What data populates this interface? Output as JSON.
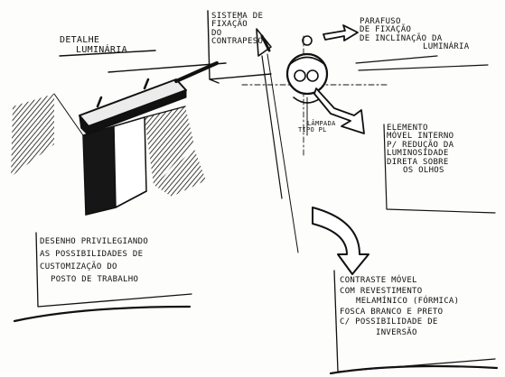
{
  "labels": {
    "detail": [
      "DETALHE",
      "LUMINÁRIA"
    ],
    "fixing_system": [
      "SISTEMA DE",
      "FIXAÇÃO",
      "DO",
      "CONTRAPESO"
    ],
    "screw": [
      "PARAFUSO",
      "DE FIXAÇÃO",
      "DE INCLINAÇÃO DA",
      "LUMINÁRIA"
    ],
    "lamp": [
      "LÂMPADA",
      "TIPO PL"
    ],
    "mobile_element": [
      "ELEMENTO",
      "MÓVEL INTERNO",
      "P/ REDUÇÃO DA",
      "LUMINOSIDADE",
      "DIRETA SOBRE",
      "OS OLHOS"
    ],
    "design_note": [
      "DESENHO PRIVILEGIANDO",
      "AS POSSIBILIDADES DE",
      "CUSTOMIZAÇÃO DO",
      "POSTO DE TRABALHO"
    ],
    "contrast": [
      "CONTRASTE MÓVEL",
      "COM REVESTIMENTO",
      "MELAMÍNICO (FÓRMICA)",
      "FOSCA BRANCO E PRETO",
      "C/ POSSIBILIDADE DE",
      "INVERSÃO"
    ]
  },
  "colors": {
    "ink": "#111111",
    "paper": "#fdfdfb"
  }
}
